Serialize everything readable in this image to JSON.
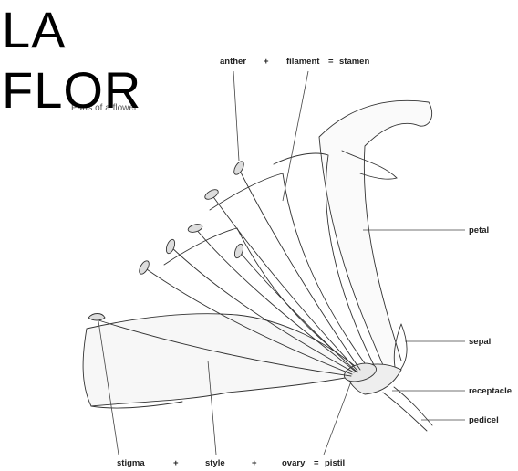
{
  "title": "LA\nFLOR",
  "subtitle": "Parts of a flower",
  "labels": {
    "anther": "anther",
    "plus_top": "+",
    "filament": "filament",
    "equals_top": "=",
    "stamen": "stamen",
    "petal": "petal",
    "sepal": "sepal",
    "receptacle": "receptacle",
    "pedicel": "pedicel",
    "stigma": "stigma",
    "plus_bottom_1": "+",
    "style": "style",
    "plus_bottom_2": "+",
    "ovary": "ovary",
    "equals_bottom": "=",
    "pistil": "pistil"
  },
  "colors": {
    "ink": "#333333",
    "text": "#222222"
  }
}
